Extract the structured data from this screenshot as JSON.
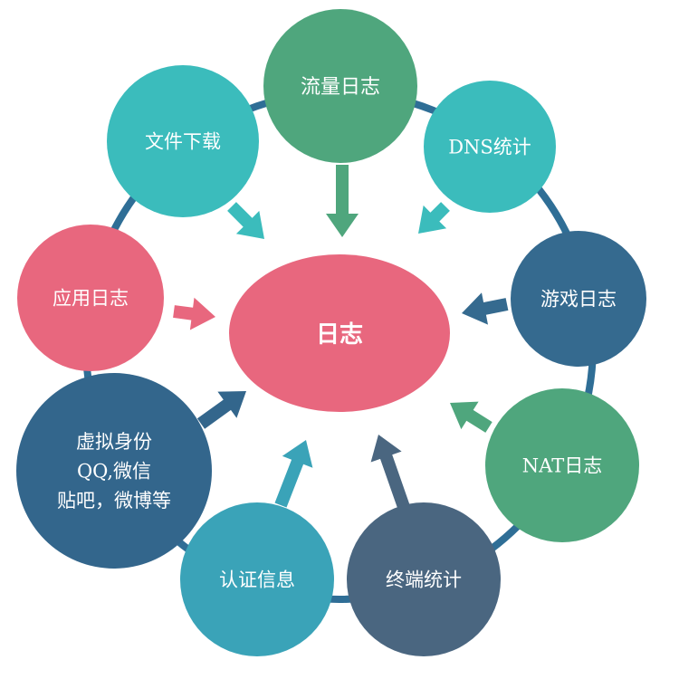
{
  "center": {
    "label": "日志",
    "color": "#e8677e"
  },
  "nodes": [
    {
      "id": "traffic-log",
      "lines": [
        "流量日志"
      ],
      "color": "#4fa67d",
      "arrow_color": "#4fa67d"
    },
    {
      "id": "dns-stats",
      "lines": [
        "DNS统计"
      ],
      "color": "#3bbcbc",
      "arrow_color": "#3bbcbc"
    },
    {
      "id": "game-log",
      "lines": [
        "游戏日志"
      ],
      "color": "#356a8f",
      "arrow_color": "#356a8f"
    },
    {
      "id": "nat-log",
      "lines": [
        "NAT日志"
      ],
      "color": "#4fa67d",
      "arrow_color": "#4fa67d"
    },
    {
      "id": "terminal-stats",
      "lines": [
        "终端统计"
      ],
      "color": "#4a6680",
      "arrow_color": "#4a6680"
    },
    {
      "id": "auth-info",
      "lines": [
        "认证信息"
      ],
      "color": "#3aa3b8",
      "arrow_color": "#3aa3b8"
    },
    {
      "id": "virtual-identity",
      "lines": [
        "虚拟身份",
        "QQ,微信",
        "贴吧，微博等"
      ],
      "color": "#33668c",
      "arrow_color": "#33668c"
    },
    {
      "id": "app-log",
      "lines": [
        "应用日志"
      ],
      "color": "#e8677e",
      "arrow_color": "#e8677e"
    },
    {
      "id": "file-download",
      "lines": [
        "文件下载"
      ],
      "color": "#3bbcbc",
      "arrow_color": "#3bbcbc"
    }
  ],
  "connector_color": "#2f6e96"
}
